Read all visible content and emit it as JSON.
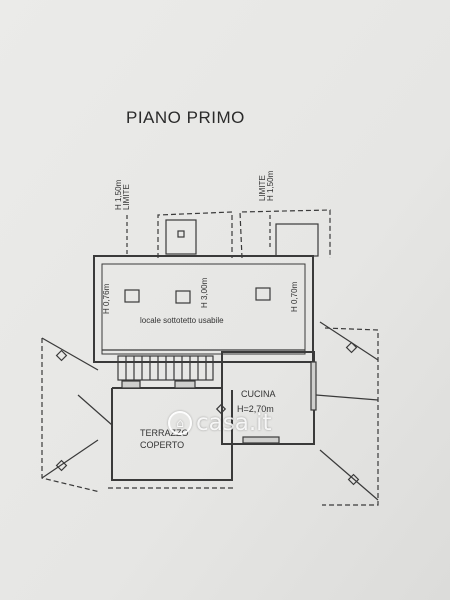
{
  "title": "PIANO PRIMO",
  "limit_left": {
    "h": "H 1,50m",
    "word": "LIMITE"
  },
  "limit_right": {
    "h": "H 1,50m",
    "word": "LIMITE"
  },
  "heights": {
    "h076": "H 0,76m",
    "h300": "H 3,00m",
    "h070": "H 0,70m"
  },
  "rooms": {
    "sottotetto": "locale sottotetto usabile",
    "cucina": "CUCINA",
    "cucina_h": "H=2,70m",
    "terrazzo_1": "TERRAZZO",
    "terrazzo_2": "COPERTO"
  },
  "watermark": {
    "text": "casa.it",
    "icon": "house-icon"
  },
  "colors": {
    "paper": "#e9e9e7",
    "ink": "#3a3a3a"
  }
}
